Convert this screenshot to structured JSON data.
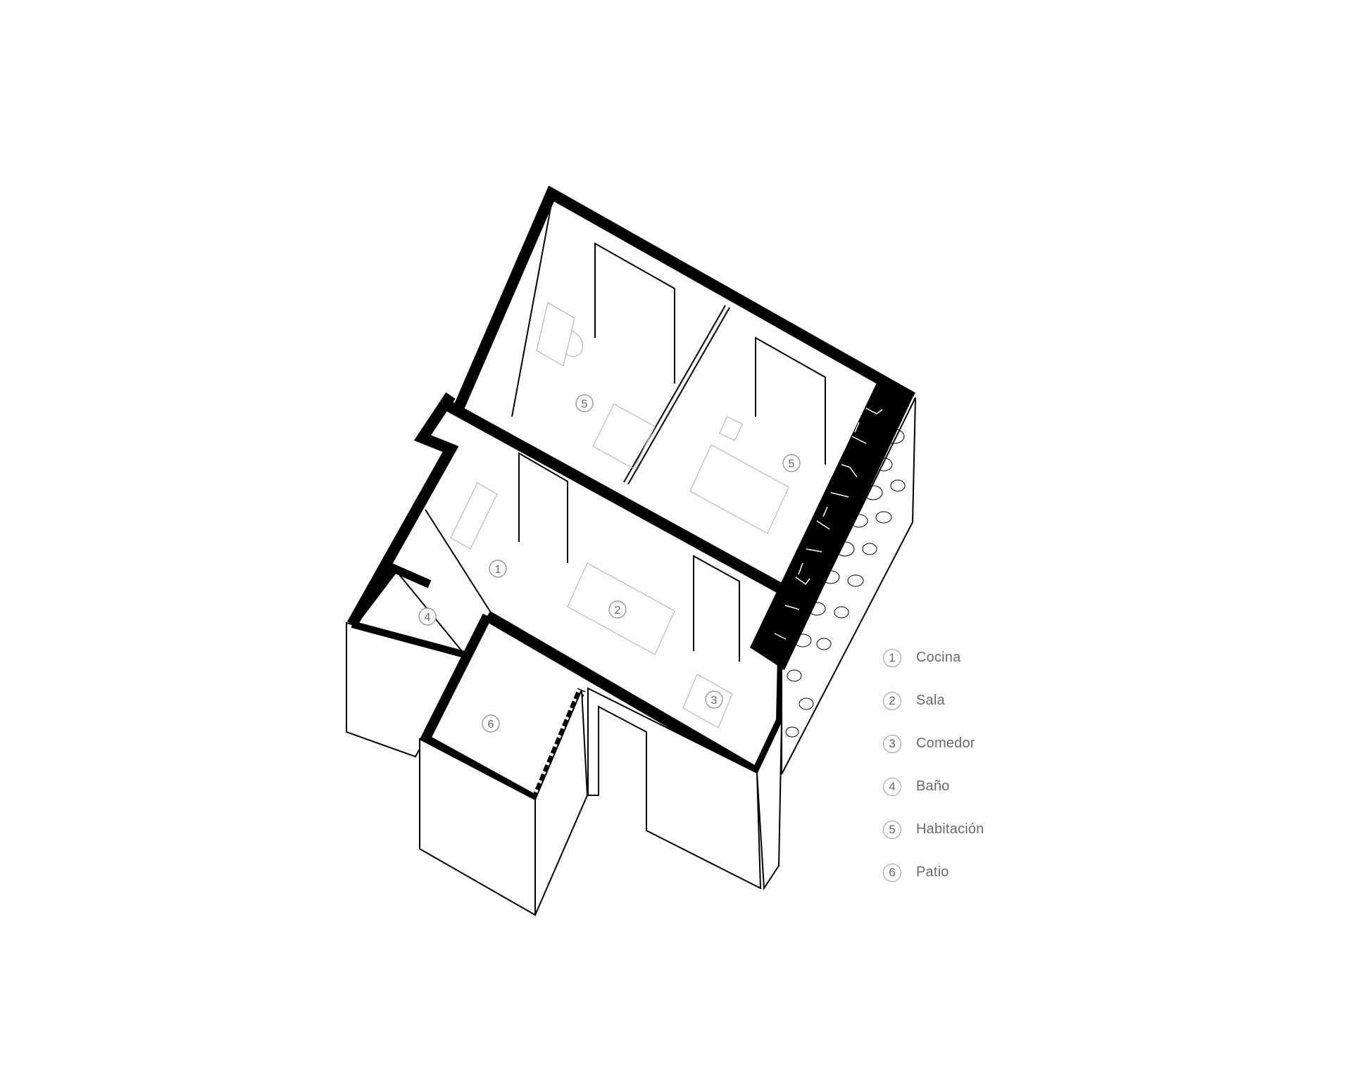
{
  "rooms": [
    {
      "num": "1",
      "name": "Cocina"
    },
    {
      "num": "2",
      "name": "Sala"
    },
    {
      "num": "3",
      "name": "Comedor"
    },
    {
      "num": "4",
      "name": "Baño"
    },
    {
      "num": "5",
      "name": "Habitación"
    },
    {
      "num": "6",
      "name": "Patio"
    }
  ],
  "tags": {
    "bedroom_left": "5",
    "bedroom_right": "5",
    "kitchen": "1",
    "living": "2",
    "dining": "3",
    "bath": "4",
    "patio": "6"
  }
}
